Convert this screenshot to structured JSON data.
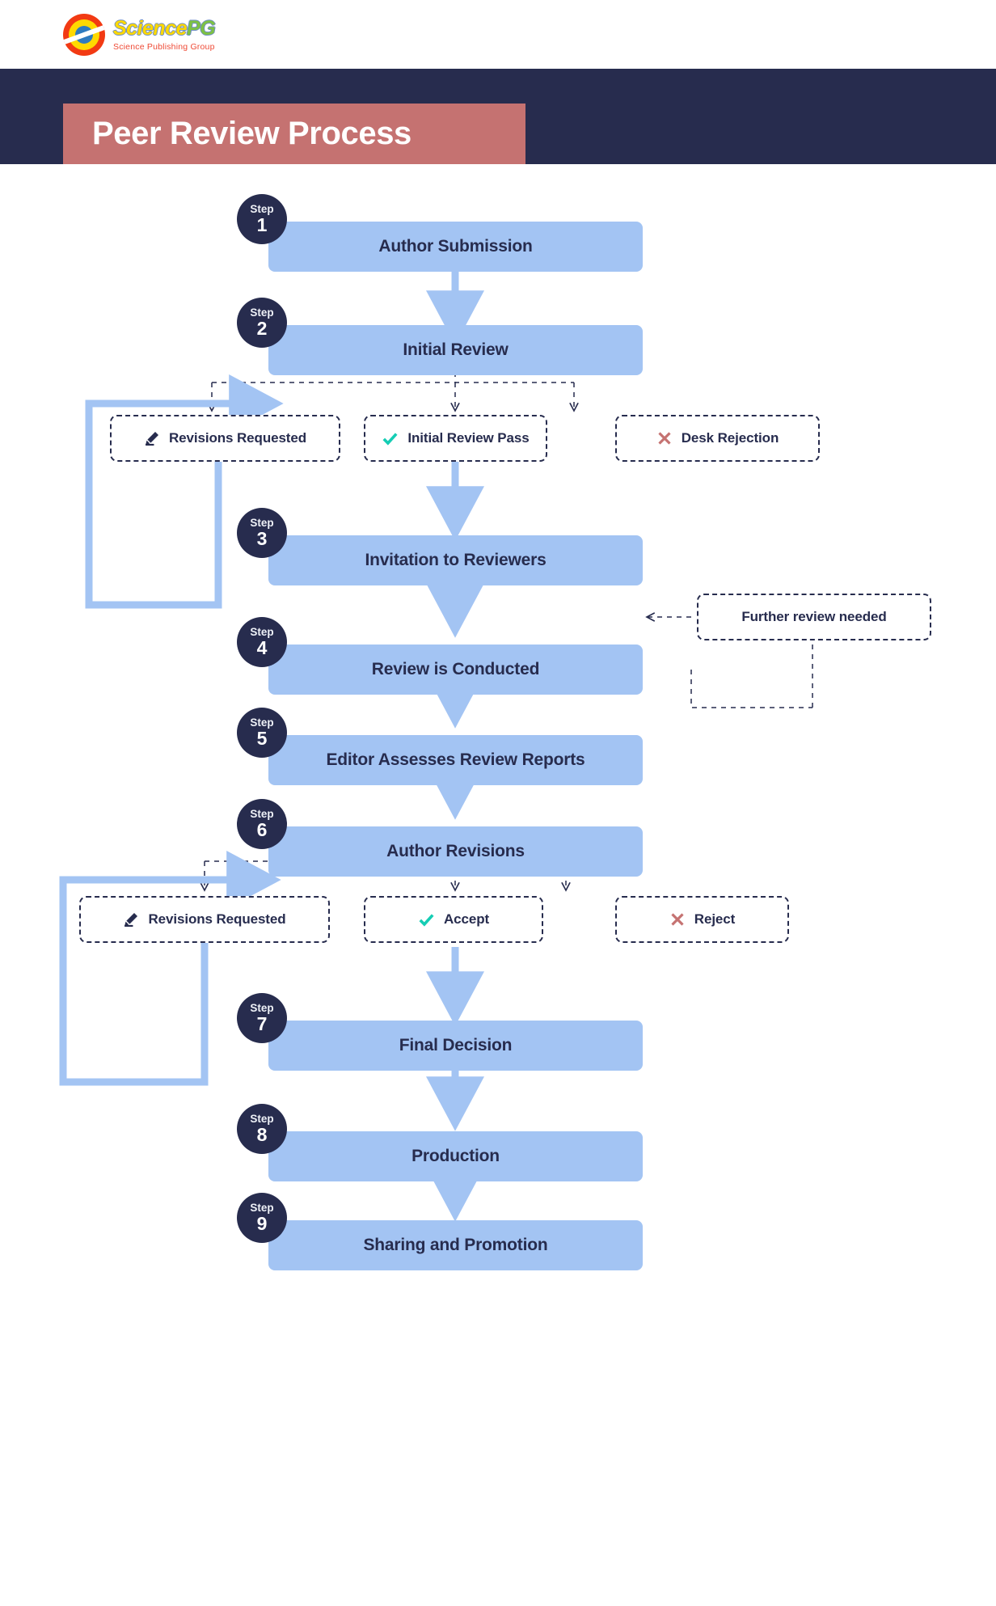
{
  "brand": {
    "logo_title_a": "Science",
    "logo_title_b": "PG",
    "logo_subtitle": "Science Publishing Group",
    "logo_icon": "sciencepg-target-logo"
  },
  "header": {
    "title": "Peer Review Process",
    "banner_color": "#272c4e",
    "plate_color": "#c57271"
  },
  "theme": {
    "box_fill": "#a3c4f3",
    "badge_fill": "#272c4e",
    "text_color": "#272c4e",
    "arrow_color": "#a3c4f3",
    "dashed_color": "#272c4e",
    "check_color": "#15cdb4",
    "cross_color": "#c57271"
  },
  "badge_word": "Step",
  "steps": [
    {
      "number": "1",
      "label": "Author Submission"
    },
    {
      "number": "2",
      "label": "Initial Review"
    },
    {
      "number": "3",
      "label": "Invitation to Reviewers"
    },
    {
      "number": "4",
      "label": "Review is Conducted"
    },
    {
      "number": "5",
      "label": "Editor Assesses Review Reports"
    },
    {
      "number": "6",
      "label": "Author Revisions"
    },
    {
      "number": "7",
      "label": "Final Decision"
    },
    {
      "number": "8",
      "label": "Production"
    },
    {
      "number": "9",
      "label": "Sharing and Promotion"
    }
  ],
  "branch_one": [
    {
      "label": "Revisions Requested",
      "icon": "pencil-icon"
    },
    {
      "label": "Initial Review Pass",
      "icon": "check-icon"
    },
    {
      "label": "Desk Rejection",
      "icon": "cross-icon"
    }
  ],
  "branch_two": [
    {
      "label": "Revisions Requested",
      "icon": "pencil-icon"
    },
    {
      "label": "Accept",
      "icon": "check-icon"
    },
    {
      "label": "Reject",
      "icon": "cross-icon"
    }
  ],
  "side_note": {
    "label": "Further review needed"
  }
}
